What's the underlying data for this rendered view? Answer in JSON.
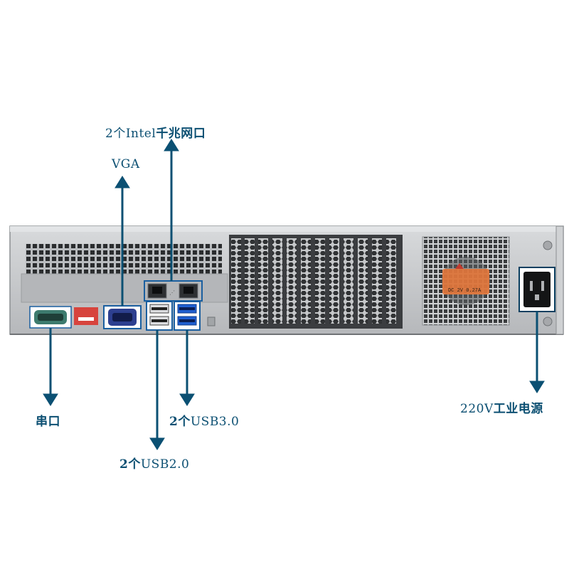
{
  "callouts": {
    "lan": {
      "prefix": "2个Intel",
      "suffix": "千兆网口"
    },
    "vga": {
      "text": "VGA"
    },
    "serial": {
      "text": "串口"
    },
    "usb3": {
      "prefix": "2个",
      "suffix": "USB3.0"
    },
    "usb2": {
      "prefix": "2个",
      "suffix": "USB2.0"
    },
    "power": {
      "prefix": "220V",
      "suffix": "工业电源"
    }
  },
  "fan_label": {
    "line1": "DC 2V  0.27A"
  },
  "colors": {
    "arrow": "#0b5073",
    "chassis": "#c9cbcd",
    "chassis_dark": "#8c8f92",
    "highlight_box": "#1a5fa0",
    "vga_port": "#2d3f8f",
    "usb3_port": "#1f5fd0",
    "red_module": "#d7443d",
    "fan_sticker": "#e4773a"
  },
  "icons": [
    "arrow-up-icon",
    "arrow-down-icon"
  ]
}
